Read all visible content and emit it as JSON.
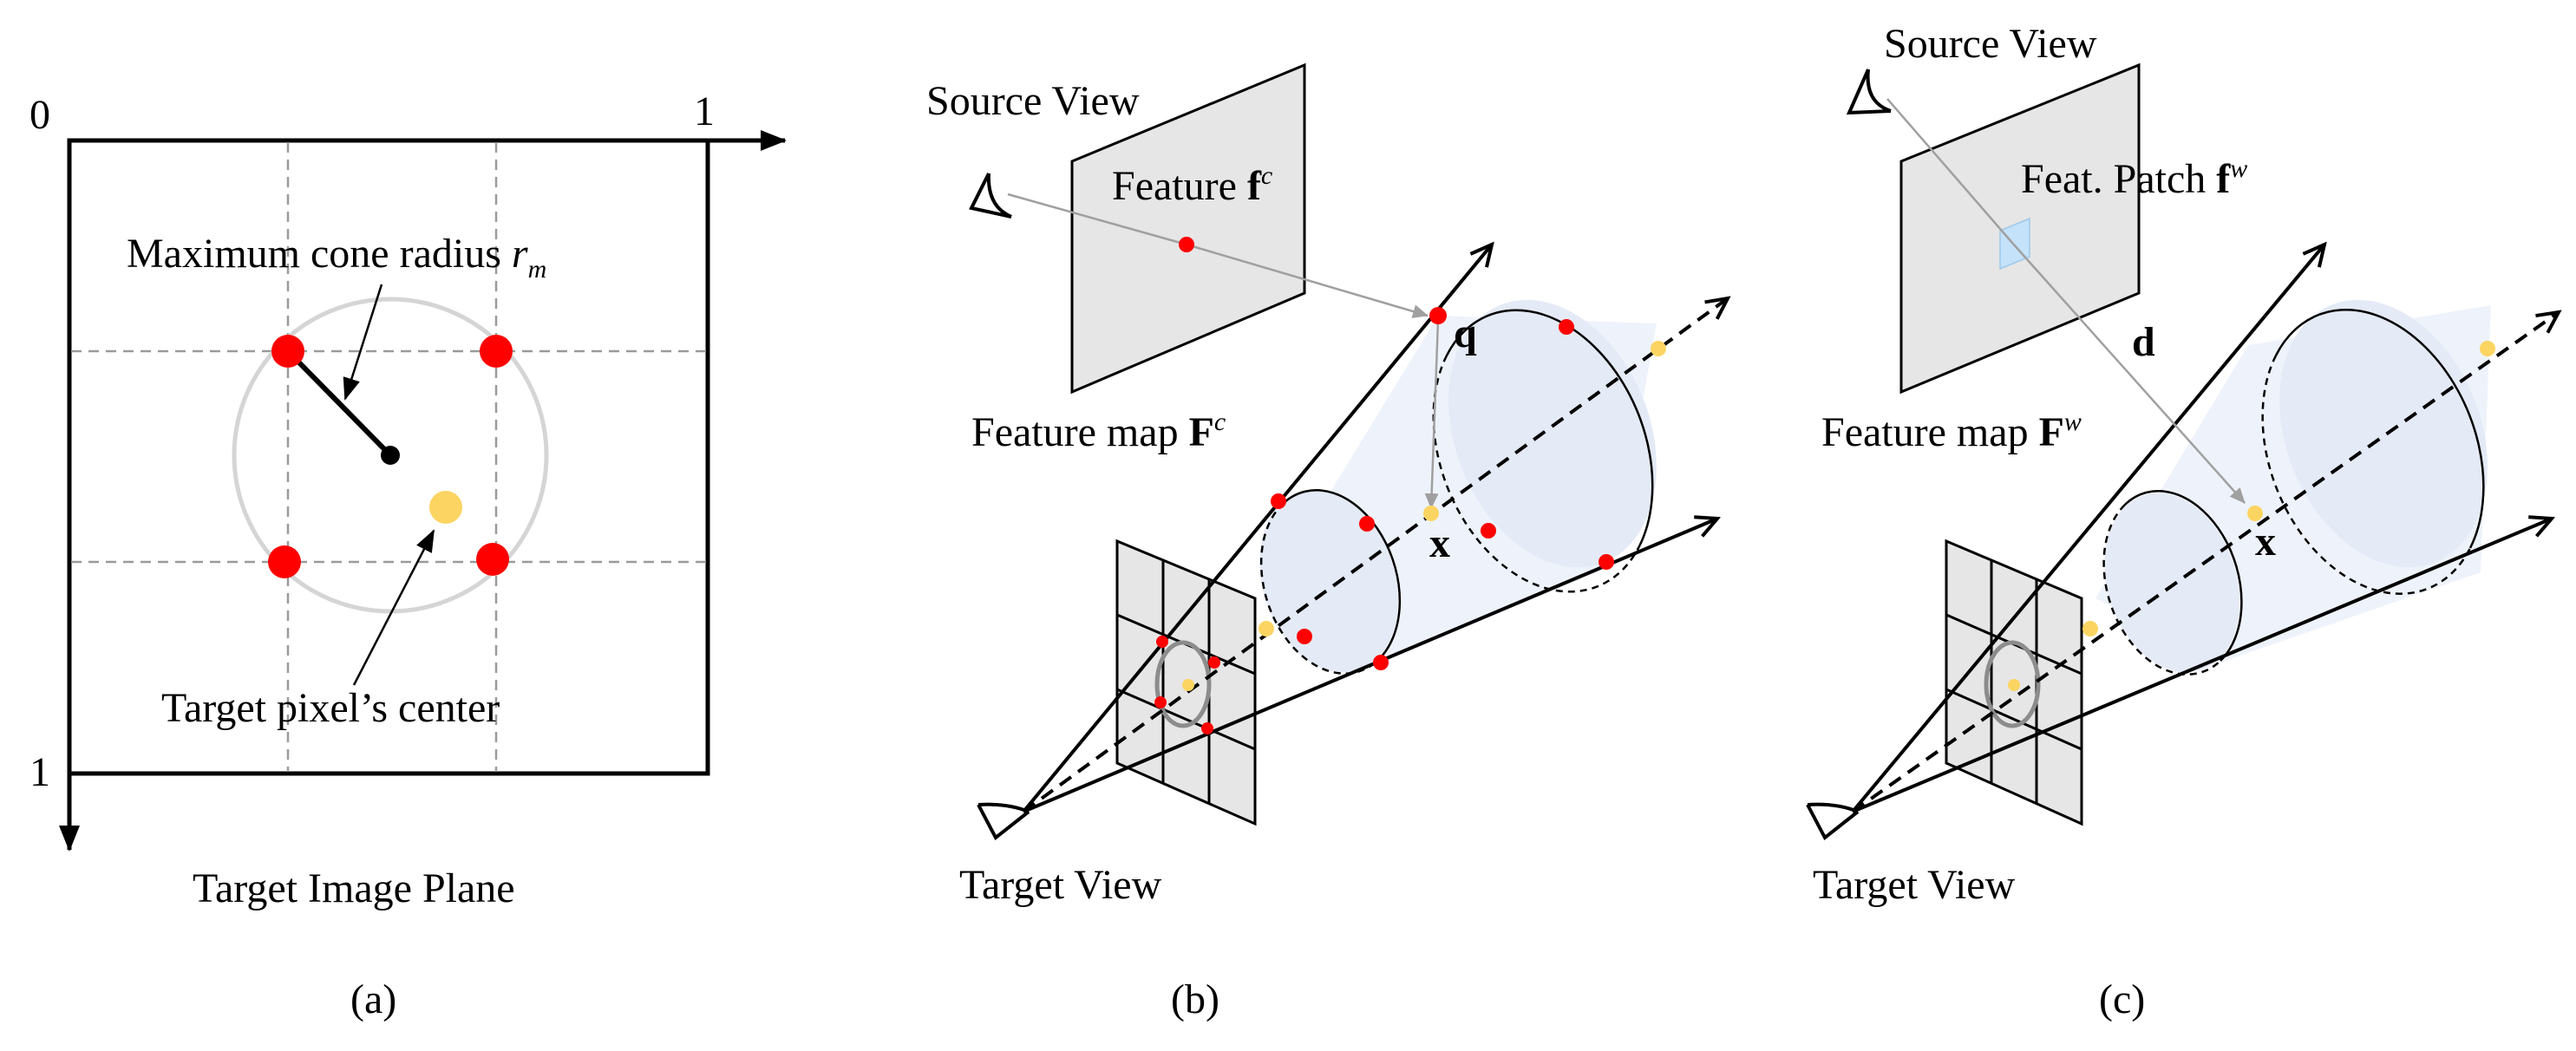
{
  "figure": {
    "panel_a": {
      "tick_origin": "0",
      "tick_x_end": "1",
      "tick_y_end": "1",
      "radius_label_text": "Maximum cone radius ",
      "radius_symbol": "r",
      "radius_subscript": "m",
      "center_label": "Target pixel’s center",
      "plane_label": "Target Image Plane",
      "caption": "(a)",
      "colors": {
        "sample": "#ff0000",
        "center": "#fcd462",
        "circle": "#d5d5d5",
        "grid": "#9a9a9a"
      }
    },
    "panel_b": {
      "source_view": "Source View",
      "feature_text": "Feature ",
      "feature_symbol": "f",
      "feature_sup": "c",
      "feature_map_text": "Feature map ",
      "feature_map_symbol": "F",
      "feature_map_sup": "c",
      "point_q": "q",
      "point_x": "x",
      "target_view": "Target View",
      "caption": "(b)"
    },
    "panel_c": {
      "source_view": "Source View",
      "patch_text": "Feat. Patch ",
      "patch_symbol": "f",
      "patch_sup": "w",
      "direction_symbol": "d",
      "feature_map_text": "Feature map ",
      "feature_map_symbol": "F",
      "feature_map_sup": "w",
      "point_x": "x",
      "target_view": "Target View",
      "caption": "(c)"
    }
  }
}
